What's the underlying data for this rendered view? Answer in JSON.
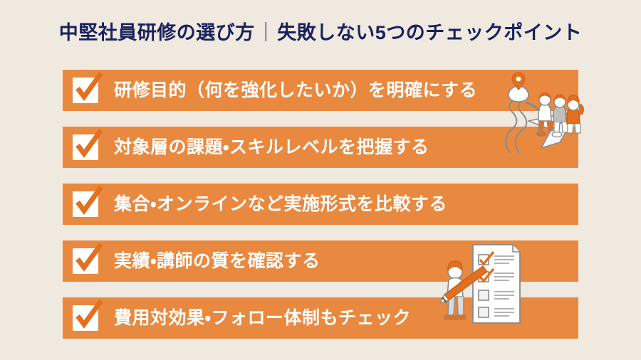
{
  "colors": {
    "background": "#EFE9E0",
    "bar": "#E8893F",
    "title_text": "#19225C",
    "row_text": "#FFFFFF",
    "checkbox_fill": "#FFFFFF",
    "check_mark": "#E2701E",
    "illustration_line": "#7A7A7A",
    "illustration_accent": "#E2701E"
  },
  "header": {
    "title_main": "中堅社員研修の選び方",
    "title_separator": "｜",
    "title_sub": "失敗しない5つのチェックポイント",
    "title_full": "中堅社員研修の選び方｜失敗しない5つのチェックポイント"
  },
  "checklist": {
    "items": [
      {
        "index": "1",
        "label": "研修目的（何を強化したいか）を明確にする",
        "checked": "true"
      },
      {
        "index": "2",
        "label": "対象層の課題・スキルレベルを把握する",
        "checked": "true"
      },
      {
        "index": "3",
        "label": "集合・オンラインなど実施形式を比較する",
        "checked": "true"
      },
      {
        "index": "4",
        "label": "実績・講師の質を確認する",
        "checked": "true"
      },
      {
        "index": "5",
        "label": "費用対効果・フォロー体制もチェック",
        "checked": "true"
      }
    ]
  },
  "illustrations": [
    {
      "name": "people-on-paper-plane-toward-map-pin",
      "description": "三人が紙飛行機に乗って目的地のピンへ向かうイラスト",
      "icons": [
        "map-pin-icon",
        "paper-plane-icon",
        "person-icon"
      ]
    },
    {
      "name": "person-checking-checklist-document",
      "description": "人物が大きな鉛筆でチェックリスト書類に記入するイラスト",
      "icons": [
        "pencil-icon",
        "document-icon",
        "checkbox-checked-icon",
        "checkbox-empty-icon"
      ],
      "document_rows": "4",
      "document_checked_rows": "2"
    }
  ]
}
